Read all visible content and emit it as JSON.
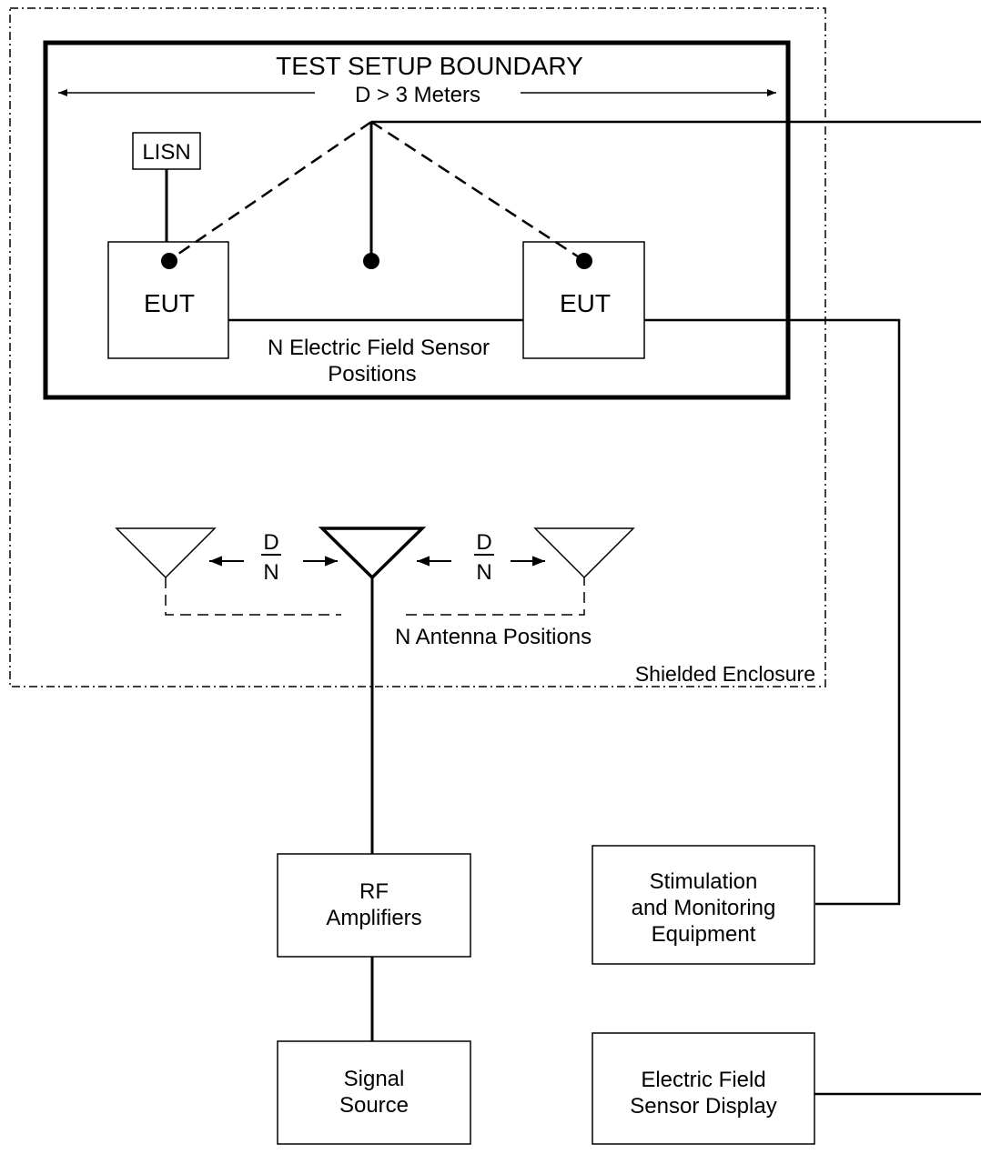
{
  "boundary": {
    "title": "TEST SETUP BOUNDARY",
    "distance": "D > 3 Meters"
  },
  "lisn": "LISN",
  "eut_left": "EUT",
  "eut_right": "EUT",
  "sensor_positions": [
    "N Electric Field Sensor",
    "Positions"
  ],
  "antenna_spacing": {
    "numerator": "D",
    "denominator": "N"
  },
  "antenna_positions": "N Antenna Positions",
  "enclosure": "Shielded Enclosure",
  "boxes": {
    "rf_amplifiers": [
      "RF",
      "Amplifiers"
    ],
    "signal_source": [
      "Signal",
      "Source"
    ],
    "stimulation": [
      "Stimulation",
      "and Monitoring",
      "Equipment"
    ],
    "sensor_display": [
      "Electric Field",
      "Sensor Display"
    ]
  }
}
